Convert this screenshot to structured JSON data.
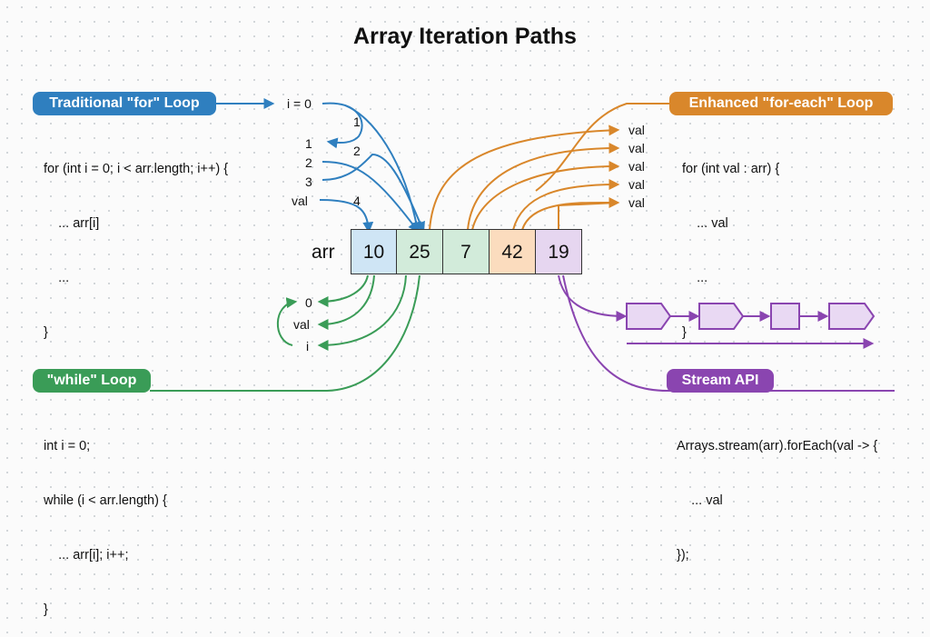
{
  "title": "Array Iteration Paths",
  "array": {
    "label": "arr",
    "cells": [
      {
        "value": "10",
        "color": "#cfe5f5"
      },
      {
        "value": "25",
        "color": "#d2ebda"
      },
      {
        "value": "7",
        "color": "#d2ebda"
      },
      {
        "value": "42",
        "color": "#fbdcbe"
      },
      {
        "value": "19",
        "color": "#e6d6f0"
      }
    ]
  },
  "colors": {
    "for": "#2f7fbf",
    "foreach": "#d9872b",
    "while": "#3a9c57",
    "stream": "#8a45b0"
  },
  "for_loop": {
    "badge": "Traditional \"for\" Loop",
    "code": [
      "for (int i = 0; i < arr.length; i++) {",
      "    ... arr[i]",
      "    ...",
      "}"
    ],
    "labels": [
      "i = 0",
      "1",
      "2",
      "3",
      "val"
    ],
    "steps": [
      "1",
      "2",
      "4"
    ]
  },
  "foreach_loop": {
    "badge": "Enhanced \"for-each\" Loop",
    "code": [
      "for (int val : arr) {",
      "    ... val",
      "    ...",
      "}"
    ],
    "labels": [
      "val",
      "val",
      "val",
      "val",
      "val"
    ]
  },
  "while_loop": {
    "badge": "\"while\" Loop",
    "code": [
      "int i = 0;",
      "while (i < arr.length) {",
      "    ... arr[i]; i++;",
      "}"
    ],
    "labels": [
      "0",
      "val",
      "i"
    ]
  },
  "stream_api": {
    "badge": "Stream API",
    "code": [
      "Arrays.stream(arr).forEach(val -> {",
      "    ... val",
      "});"
    ]
  }
}
